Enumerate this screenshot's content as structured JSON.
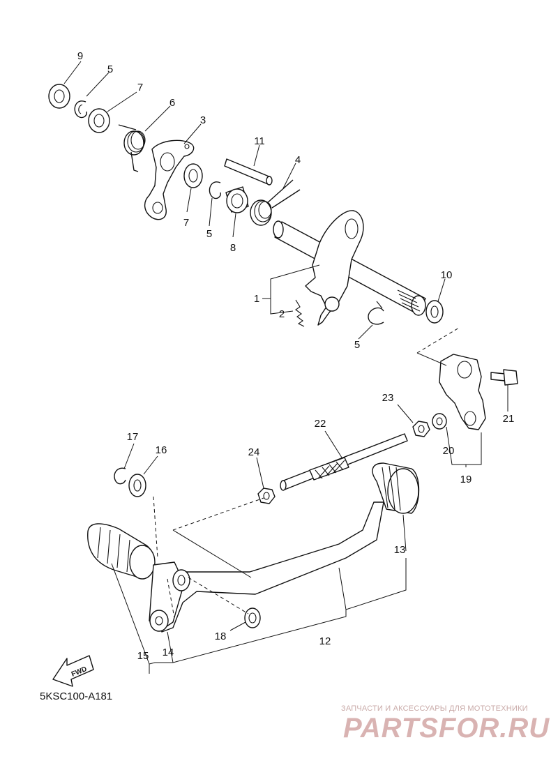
{
  "diagram": {
    "catalog_code": "5KSC100-A181",
    "fwd_arrow_text": "FWD",
    "watermark": {
      "tagline": "ЗАПЧАСТИ И АКСЕССУАРЫ ДЛЯ МОТОТЕХНИКИ",
      "logo": "PARTSFOR.RU"
    },
    "callouts": {
      "c1": "1",
      "c2": "2",
      "c3": "3",
      "c4": "4",
      "c5a": "5",
      "c5b": "5",
      "c5c": "5",
      "c6": "6",
      "c7a": "7",
      "c7b": "7",
      "c8": "8",
      "c9": "9",
      "c10": "10",
      "c11": "11",
      "c12": "12",
      "c13": "13",
      "c14": "14",
      "c15": "15",
      "c16": "16",
      "c17": "17",
      "c18": "18",
      "c19": "19",
      "c20": "20",
      "c21": "21",
      "c22": "22",
      "c23": "23",
      "c24": "24"
    }
  }
}
